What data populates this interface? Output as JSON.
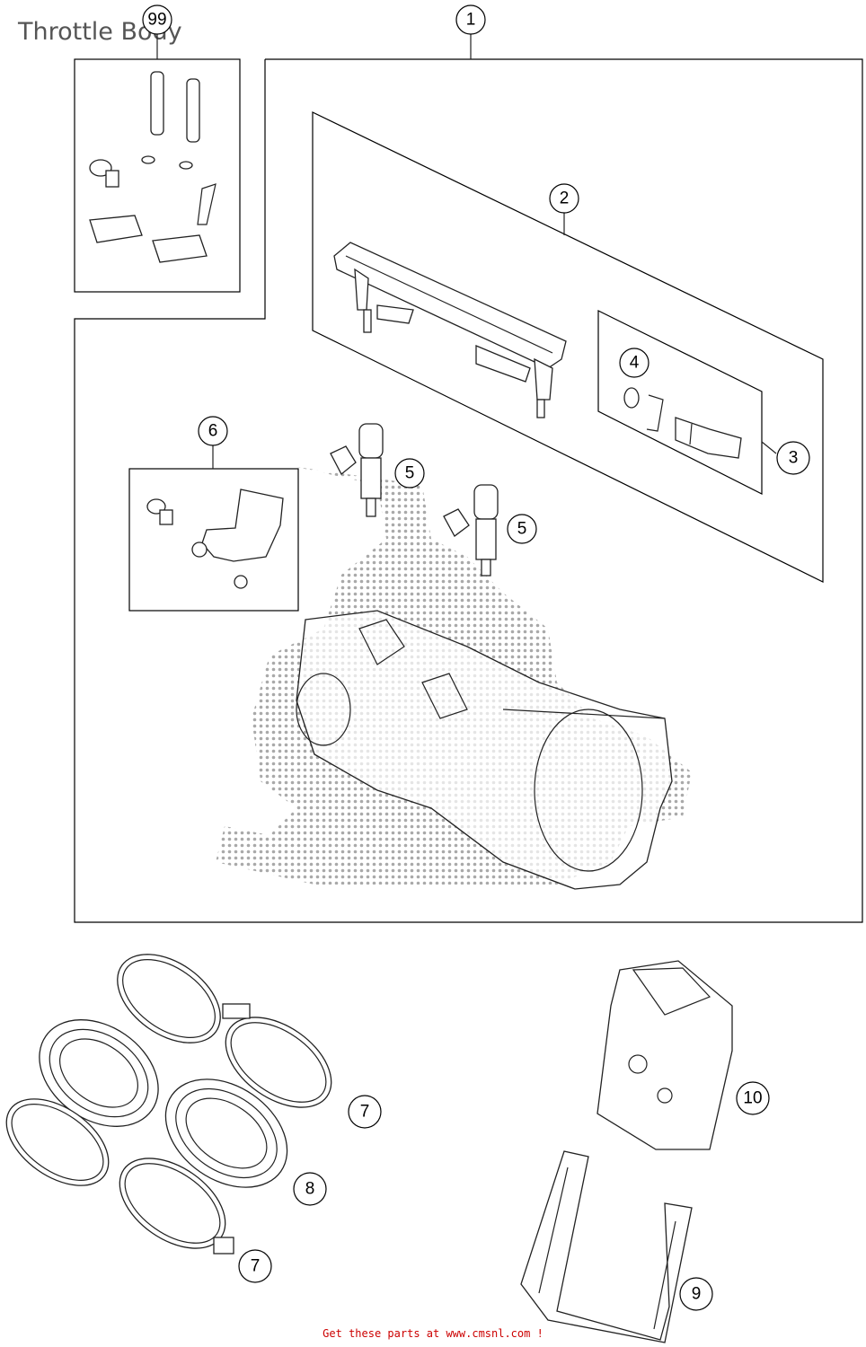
{
  "page": {
    "title": "Throttle Body",
    "footer_link": "Get these parts at www.cmsnl.com !"
  },
  "callouts": {
    "c99": "99",
    "c1": "1",
    "c2": "2",
    "c3": "3",
    "c4": "4",
    "c5a": "5",
    "c5b": "5",
    "c6": "6",
    "c7a": "7",
    "c7b": "7",
    "c8": "8",
    "c9": "9",
    "c10": "10"
  },
  "colors": {
    "title": "#555555",
    "footer": "#cc0000",
    "watermark": "#9a9a9a"
  }
}
